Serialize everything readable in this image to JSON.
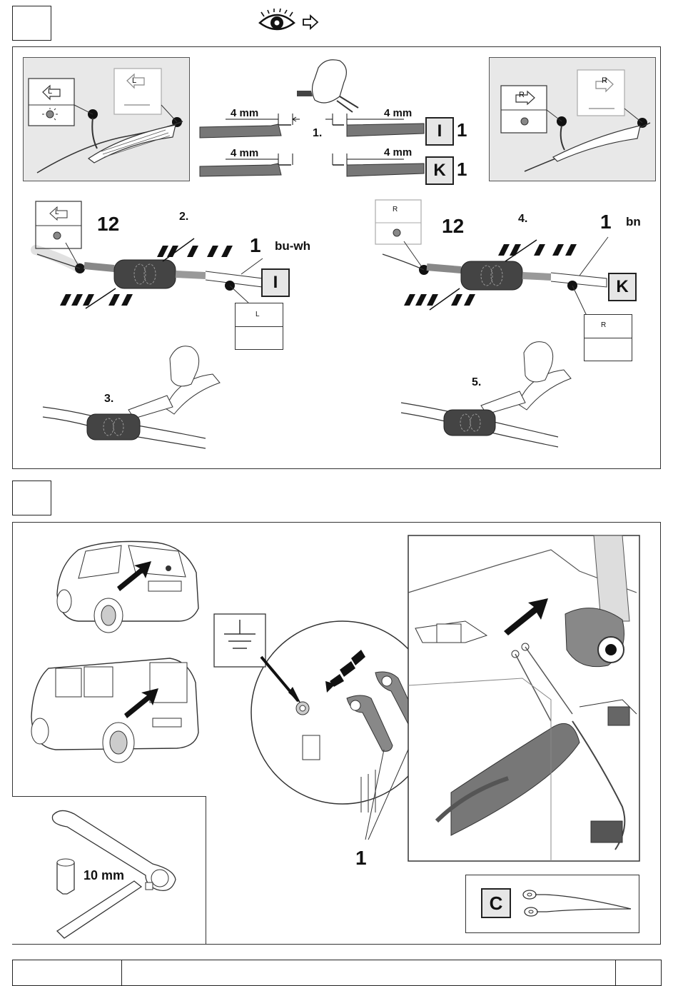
{
  "meta": {
    "eye_icon": "eye-icon",
    "arrow_icon": "right-arrow-icon"
  },
  "section1": {
    "step_wire_prep": "1.",
    "dim_left_top": "4 mm",
    "dim_right_top": "4 mm",
    "dim_left_bottom": "4 mm",
    "dim_right_bottom": "4 mm",
    "badge_I": "I",
    "badge_K": "K",
    "wire_num_top": "1",
    "wire_num_bottom": "1",
    "left_lamp_letter": "L",
    "right_lamp_letter": "R",
    "step2": "2.",
    "step3": "3.",
    "step4": "4.",
    "step5": "5.",
    "connector_num_left": "12",
    "connector_num_right": "12",
    "wire_left_num": "1",
    "wire_left_color": "bu-wh",
    "wire_right_num": "1",
    "wire_right_color": "bn"
  },
  "section2": {
    "badge_C_detail": "C",
    "badge_C_legend": "C",
    "ring_terminal_num": "1",
    "socket_size": "10 mm"
  },
  "colors": {
    "panel_bg": "#e8e8e8",
    "wire_dark": "#555555",
    "sleeve": "#3a3a3a"
  }
}
